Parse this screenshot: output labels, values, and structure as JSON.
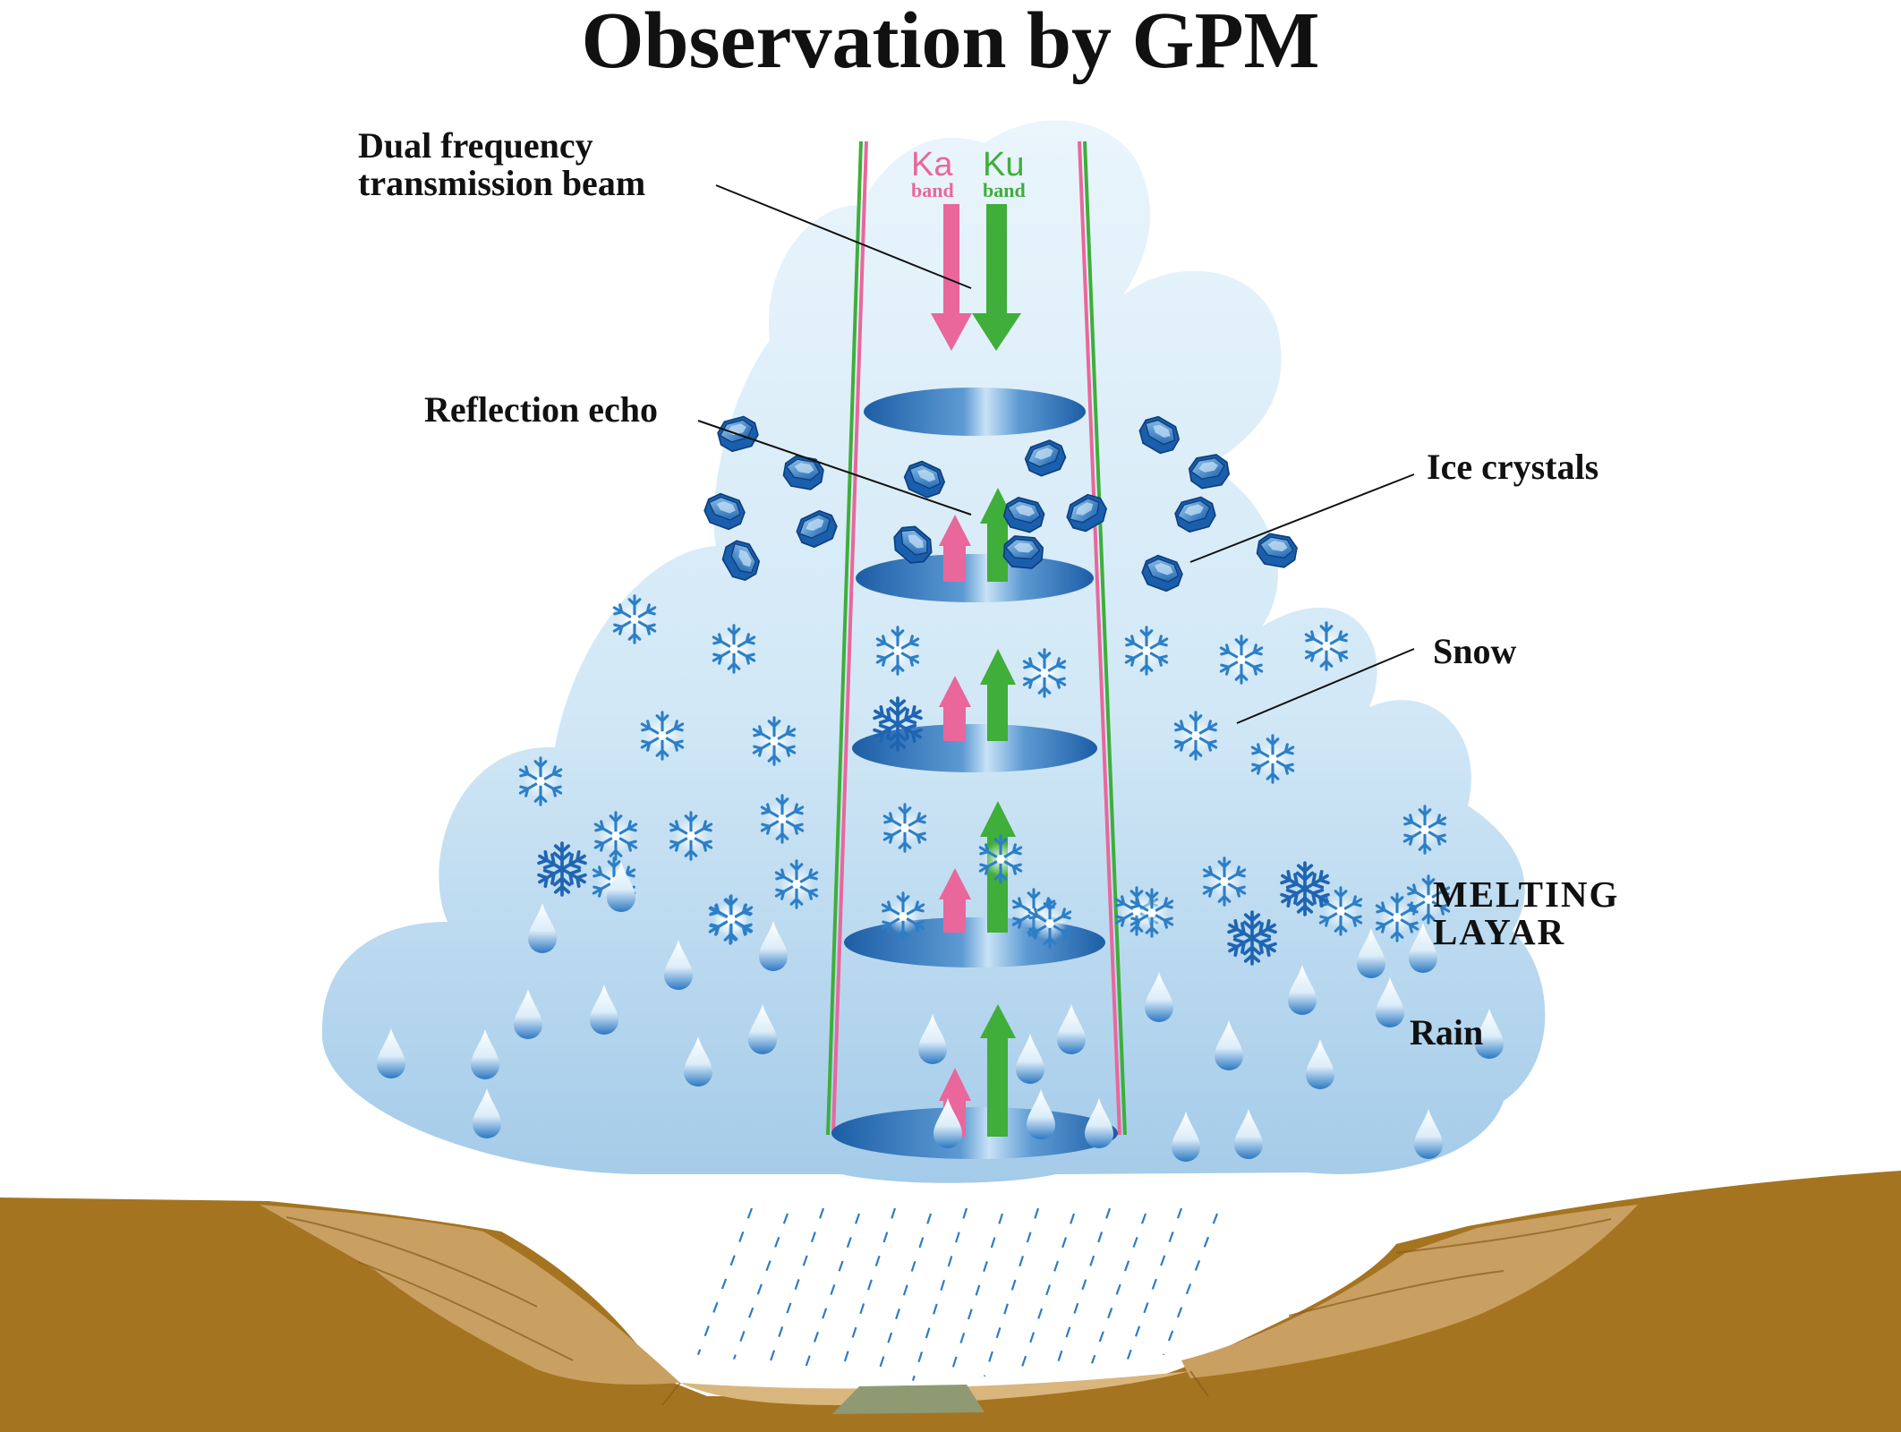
{
  "diagram": {
    "title": "Observation by GPM",
    "labels": {
      "beam_line1": "Dual frequency",
      "beam_line2": "transmission beam",
      "reflection_echo": "Reflection echo",
      "ice_crystals": "Ice crystals",
      "snow": "Snow",
      "melting_line1": "MELTING",
      "melting_line2": "LAYAR",
      "rain": "Rain"
    },
    "bands": {
      "ka_name": "Ka",
      "ka_sub": "band",
      "ku_name": "Ku",
      "ku_sub": "band"
    },
    "colors": {
      "ka_band": "#e9679b",
      "ku_band": "#3fae3a",
      "cloud_top": "#e6f3fb",
      "cloud_bottom": "#a8cdea",
      "ground": "#a57420",
      "ground_slope": "#c9a062",
      "precip_blue": "#2f7cc4",
      "text": "#111111"
    }
  }
}
